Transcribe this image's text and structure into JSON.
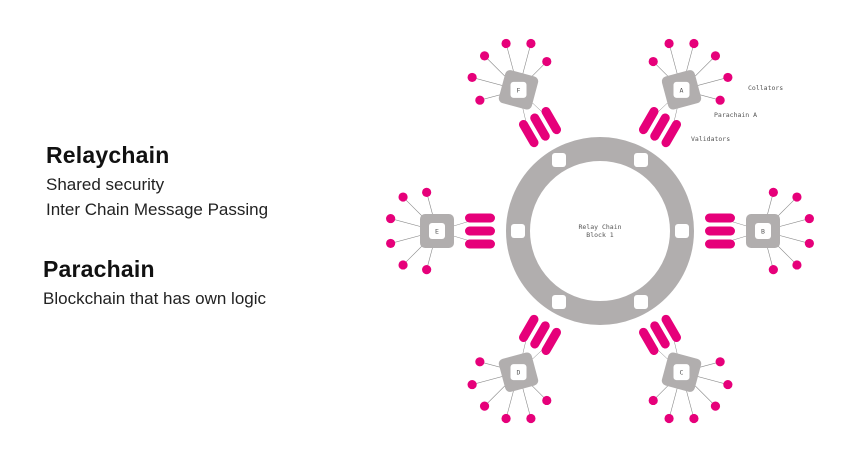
{
  "legend": {
    "relaychain": {
      "title": "Relaychain",
      "lines": [
        "Shared security",
        "Inter Chain Message Passing"
      ]
    },
    "parachain": {
      "title": "Parachain",
      "lines": [
        "Blockchain that has own logic"
      ]
    }
  },
  "diagram": {
    "relay_label": [
      "Relay Chain",
      "Block 1"
    ],
    "annotations": {
      "collators": "Collators",
      "parachain_a": "Parachain A",
      "validators": "Validators"
    },
    "parachains": [
      "A",
      "B",
      "C",
      "D",
      "E",
      "F"
    ],
    "colors": {
      "relay": "#b1aeae",
      "parachain_node": "#b1aeae",
      "accent": "#e6007a",
      "line": "#8a8a8a"
    }
  }
}
